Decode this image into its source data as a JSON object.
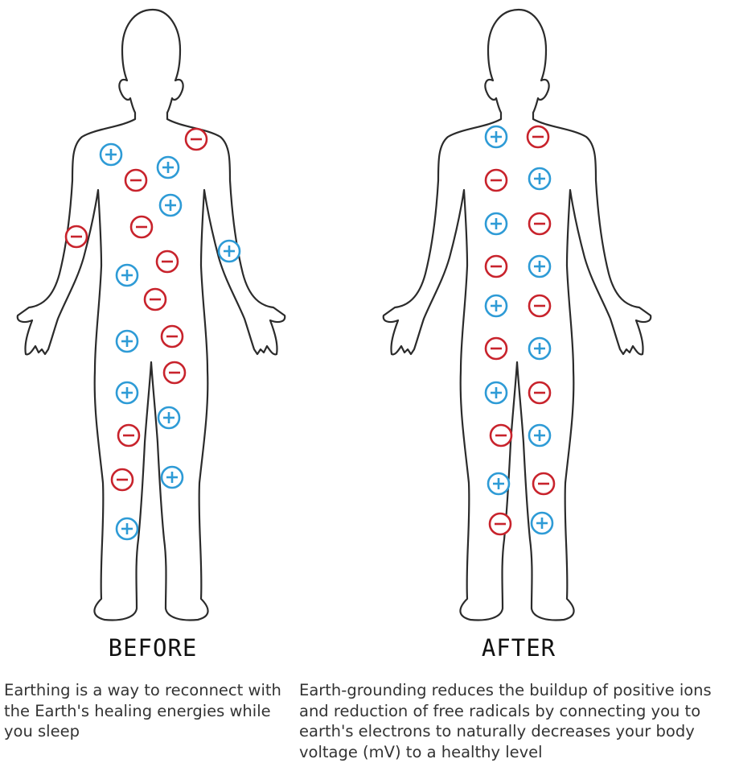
{
  "panels": [
    {
      "id": "before",
      "label": "BEFORE",
      "caption_lines": [
        "Earthing is a way to reconnect with",
        "the Earth's healing energies while",
        "you sleep"
      ]
    },
    {
      "id": "after",
      "label": "AFTER",
      "caption_lines": [
        "Earth-grounding reduces the buildup of positive ions",
        "and reduction of free radicals by connecting you to",
        "earth's electrons to naturally decreases your body",
        "voltage (mV) to a healthy level"
      ]
    }
  ],
  "colors": {
    "positive_ion": "#2e9bd6",
    "negative_ion": "#c8232c",
    "outline": "#2b2b2b"
  },
  "icons": {
    "positive": "plus-circle-icon",
    "negative": "minus-circle-icon"
  }
}
